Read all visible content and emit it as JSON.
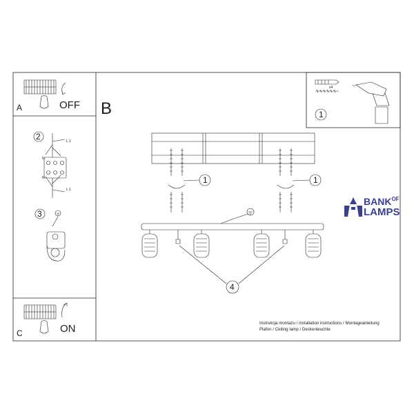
{
  "panels": {
    "a": {
      "letter": "A",
      "action": "OFF"
    },
    "c": {
      "letter": "C",
      "action": "ON"
    },
    "b": {
      "letter": "B"
    }
  },
  "steps": {
    "tools": "1",
    "wiring": "2",
    "ground": "3",
    "mount_left": "1",
    "mount_right": "1",
    "spotlights": "4"
  },
  "wire_labels": {
    "top": "L 1",
    "bottom": "L 1",
    "n_top": "N",
    "n_bottom": "N"
  },
  "dowel_count": "x4",
  "caption": {
    "line1": "Instrukcja montażu / installation instructions / Montageanleitung",
    "line2": "Plafon / Ceiling lamp / Deckenleuchte"
  },
  "watermark": {
    "line1": "BANK",
    "of": "OF",
    "line2": "LAMPS",
    "color": "#3b3f8f"
  }
}
